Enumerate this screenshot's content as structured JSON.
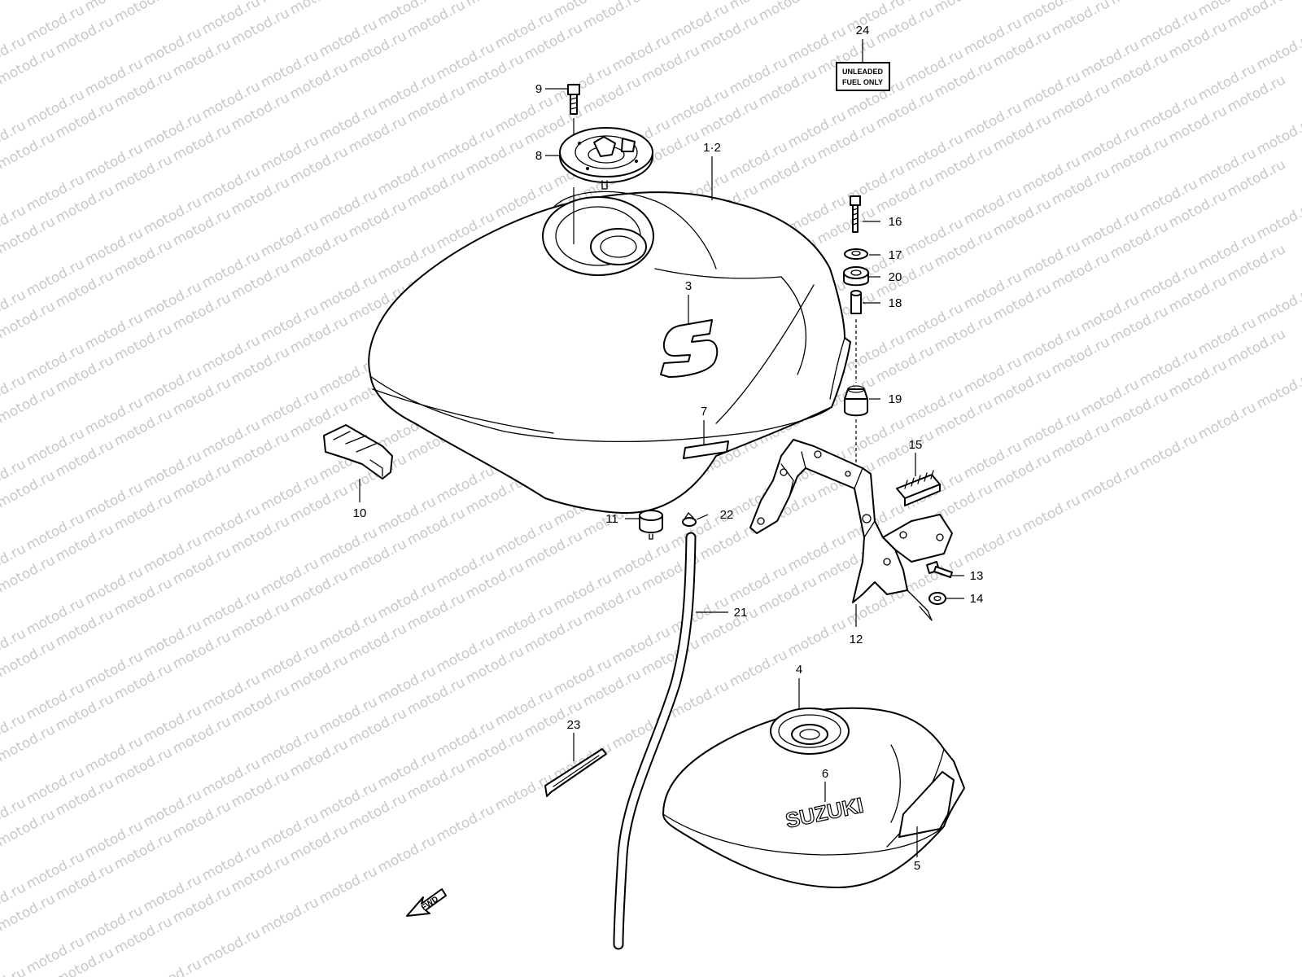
{
  "watermark": {
    "text": "motod.ru",
    "color": "#c8c8c8"
  },
  "label_24": {
    "line1": "UNLEADED",
    "line2": "FUEL ONLY"
  },
  "emblem_6_text": "SUZUKI",
  "fwd_text": "FWD",
  "callouts": {
    "c1_2": "1·2",
    "c3": "3",
    "c4": "4",
    "c5": "5",
    "c6": "6",
    "c7": "7",
    "c8": "8",
    "c9": "9",
    "c10": "10",
    "c11": "11",
    "c12": "12",
    "c13": "13",
    "c14": "14",
    "c15": "15",
    "c16": "16",
    "c17": "17",
    "c18": "18",
    "c19": "19",
    "c20": "20",
    "c21": "21",
    "c22": "22",
    "c23": "23",
    "c24": "24"
  }
}
